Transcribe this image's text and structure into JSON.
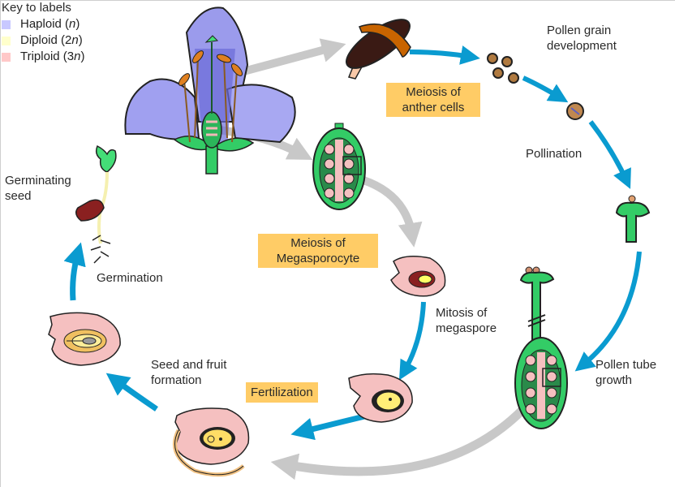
{
  "key": {
    "title": "Key to labels",
    "items": [
      {
        "label": "Haploid (",
        "italic": "n",
        "suffix": ")",
        "color": "#c8c8ff"
      },
      {
        "label": "Diploid (2",
        "italic": "n",
        "suffix": ")",
        "color": "#ffffcc"
      },
      {
        "label": "Triploid (3",
        "italic": "n",
        "suffix": ")",
        "color": "#ffc8c8"
      }
    ]
  },
  "stages": {
    "pollen_grain": {
      "line1": "Pollen grain",
      "line2": "development"
    },
    "meiosis_anther": {
      "line1": "Meiosis of",
      "line2": "anther cells"
    },
    "pollination": "Pollination",
    "pollen_tube": {
      "line1": "Pollen tube",
      "line2": "growth"
    },
    "meiosis_mega": {
      "line1": "Meiosis of",
      "line2": "Megasporocyte"
    },
    "mitosis_mega": {
      "line1": "Mitosis of",
      "line2": "megaspore"
    },
    "fertilization": "Fertilization",
    "seed_fruit": {
      "line1": "Seed and fruit",
      "line2": "formation"
    },
    "germinating_seed": {
      "line1": "Germinating",
      "line2": "seed"
    },
    "germination": "Germination"
  },
  "colors": {
    "cycle_arrow": "#0a9bd0",
    "process_arrow": "#c8c8c8",
    "highlight_box": "#ffcc66",
    "haploid": "#c8c8ff",
    "diploid": "#ffffcc",
    "triploid": "#ffc8c8",
    "plant_green": "#33cc66",
    "petal_blue": "#8080e6"
  }
}
